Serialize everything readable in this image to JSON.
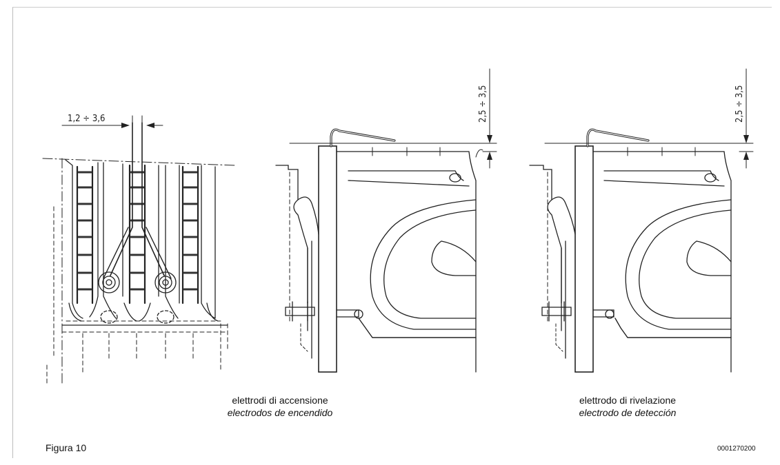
{
  "dimensions": {
    "gap_left": "1,2 ÷ 3,6",
    "height_middle": "2,5 ÷ 3,5",
    "height_right": "2,5 ÷ 3,5"
  },
  "labels": {
    "ignition": {
      "it": "elettrodi di accensione",
      "es": "electrodos de encendido"
    },
    "detection": {
      "it": "elettrodo di rivelazione",
      "es": "electrodo de detección"
    }
  },
  "figure_label": "Figura 10",
  "figure_code": "0001270200"
}
